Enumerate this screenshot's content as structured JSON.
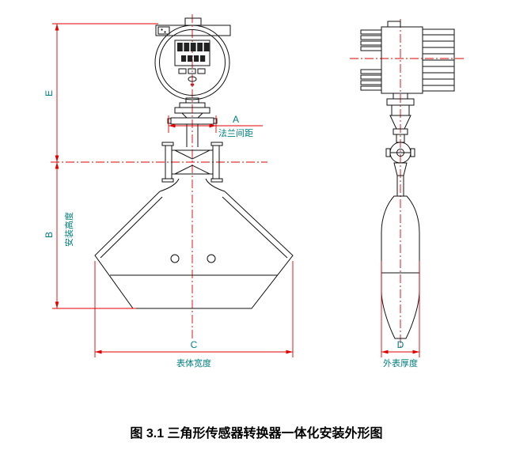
{
  "figure": {
    "caption": "图 3.1 三角形传感器转换器一体化安装外形图"
  },
  "dimension_labels": {
    "E": "E",
    "B": "B",
    "A": "A",
    "C": "C",
    "D": "D",
    "installation_height": "安装高度",
    "flange_spacing": "法兰间距",
    "body_width": "表体宽度",
    "outer_thickness": "外表厚度"
  },
  "colors": {
    "dimension_line": "#e00000",
    "centerline": "#e00000",
    "label_text": "#007f7f",
    "drawing_line": "#111111",
    "background": "#ffffff"
  }
}
